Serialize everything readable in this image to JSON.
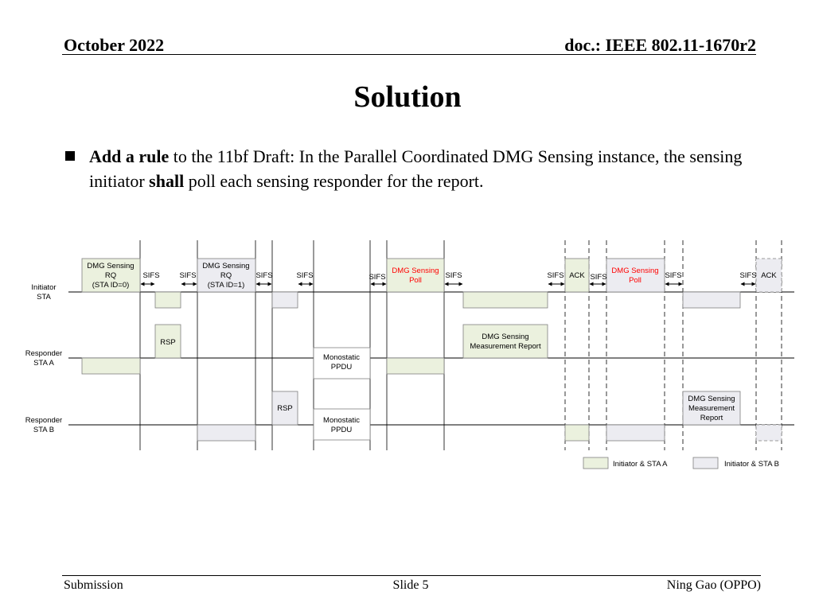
{
  "header": {
    "date": "October 2022",
    "doc": "doc.: IEEE 802.11-1670r2"
  },
  "title": "Solution",
  "bullet": {
    "lead_bold": "Add a rule",
    "text1": " to the 11bf Draft: In the Parallel Coordinated DMG Sensing instance, the sensing initiator ",
    "bold2": "shall",
    "text2": " poll each sensing responder for the report."
  },
  "diagram": {
    "rows": {
      "initiator": [
        "Initiator",
        "STA"
      ],
      "sta_a": [
        "Responder",
        "STA A"
      ],
      "sta_b": [
        "Responder",
        "STA B"
      ]
    },
    "frames": {
      "rq0": [
        "DMG Sensing",
        "RQ",
        "(STA ID=0)"
      ],
      "rq1": [
        "DMG Sensing",
        "RQ",
        "(STA ID=1)"
      ],
      "poll_a": [
        "DMG Sensing",
        "Poll"
      ],
      "poll_b": [
        "DMG Sensing",
        "Poll"
      ],
      "ack_a": "ACK",
      "ack_b": "ACK",
      "rsp_a": "RSP",
      "rsp_b": "RSP",
      "ppdu_a": [
        "Monostatic",
        "PPDU"
      ],
      "ppdu_b": [
        "Monostatic",
        "PPDU"
      ],
      "report_a": [
        "DMG Sensing",
        "Measurement Report"
      ],
      "report_b": [
        "DMG Sensing",
        "Measurement",
        "Report"
      ]
    },
    "sifs": "SIFS",
    "legend": {
      "a": "Initiator & STA A",
      "b": "Initiator & STA B"
    },
    "colors": {
      "a": "#ebf1de",
      "b": "#ececf1",
      "poll_text": "#ff0000",
      "outline": "#7f7f7f"
    }
  },
  "footer": {
    "left": "Submission",
    "center": "Slide 5",
    "right": "Ning Gao (OPPO)"
  }
}
